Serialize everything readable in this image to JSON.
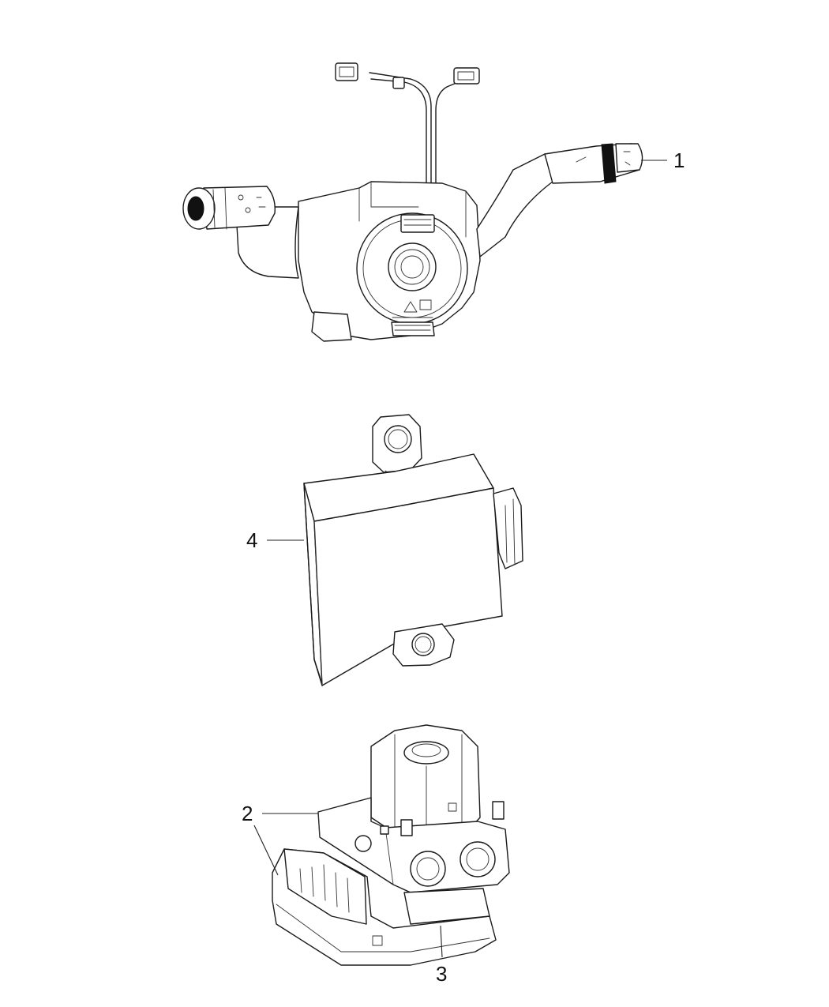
{
  "callouts": [
    {
      "label": "1",
      "part": "multifunction-switch-clockspring"
    },
    {
      "label": "2",
      "part": "abs-hydraulic-unit"
    },
    {
      "label": "3",
      "part": "abs-control-module"
    },
    {
      "label": "4",
      "part": "electronic-control-module"
    }
  ],
  "colors": {
    "line": "#1a1a1a",
    "background": "#ffffff"
  }
}
